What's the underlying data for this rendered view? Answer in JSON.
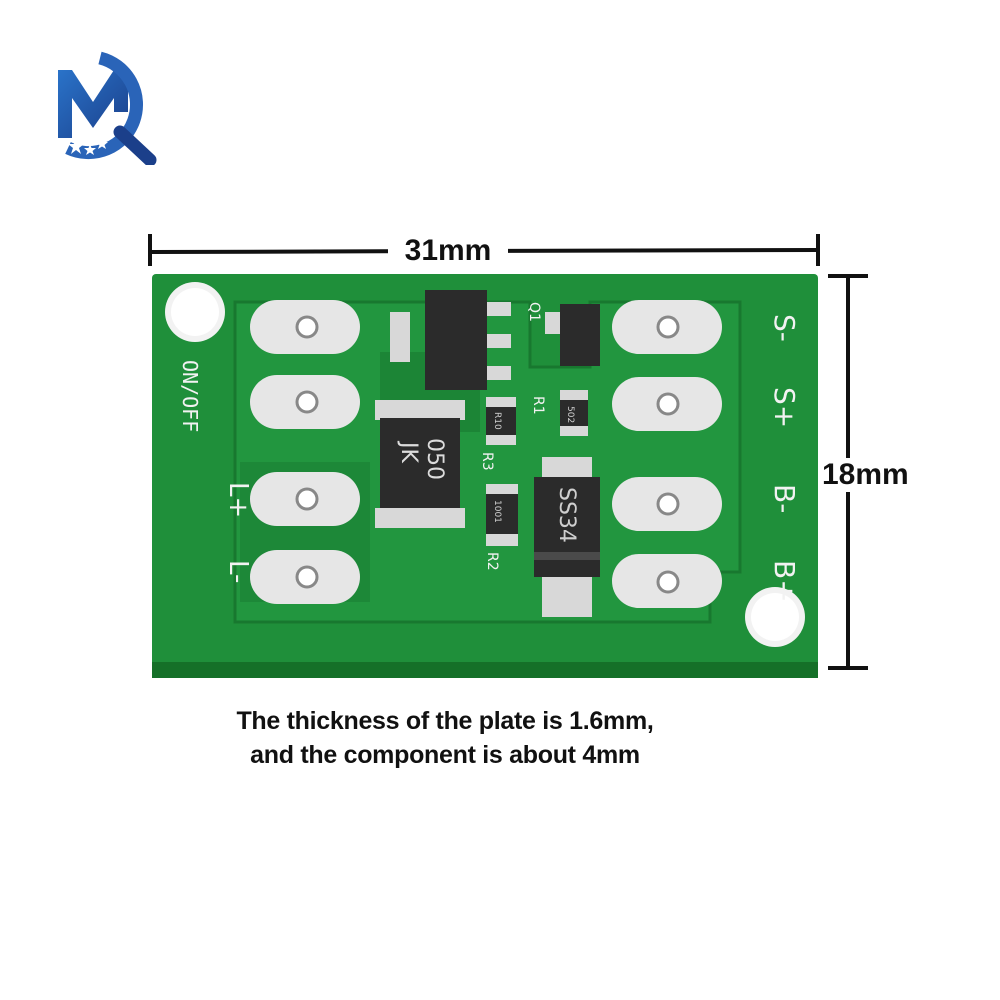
{
  "dimensions": {
    "width_label": "31mm",
    "height_label": "18mm"
  },
  "caption": {
    "line1": "The thickness of the plate is 1.6mm,",
    "line2": "and the component is about 4mm"
  },
  "board": {
    "silkscreen": {
      "switch_label": "ON/OFF",
      "left_pads": [
        "L+",
        "L-"
      ],
      "right_pads": [
        "S-",
        "S+",
        "B-",
        "B+"
      ],
      "q1": "Q1",
      "r1": "R1",
      "r2": "R2",
      "r3": "R3"
    },
    "components": {
      "fuse_line1": "JK",
      "fuse_line2": "050",
      "diode": "SS34",
      "r1_value": "502",
      "r2_value": "1001",
      "r3_value": "R10"
    },
    "colors": {
      "pcb_green": "#1f8f3a",
      "pcb_dark": "#17732c",
      "pad_silver": "#e6e6e6",
      "silk_white": "#f2f2f2"
    }
  }
}
